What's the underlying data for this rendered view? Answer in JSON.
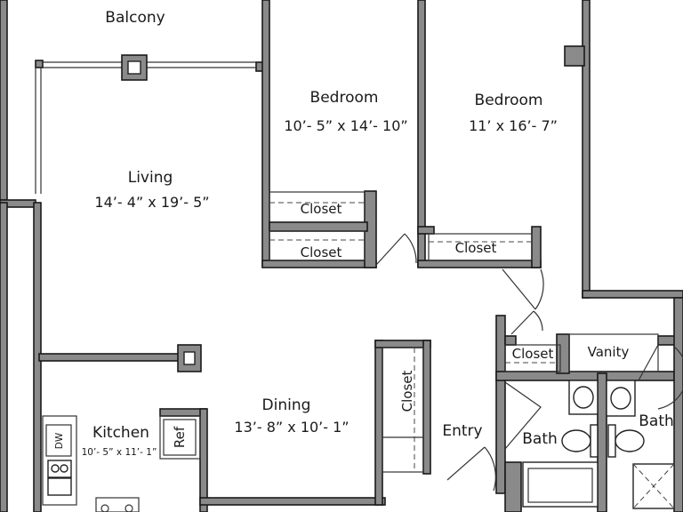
{
  "rooms": {
    "balcony": {
      "name": "Balcony"
    },
    "bedroom1": {
      "name": "Bedroom",
      "size": "10’- 5” x 14’- 10”"
    },
    "bedroom2": {
      "name": "Bedroom",
      "size": "11’ x 16’- 7”"
    },
    "living": {
      "name": "Living",
      "size": "14’- 4” x 19’- 5”"
    },
    "dining": {
      "name": "Dining",
      "size": "13’- 8” x 10’- 1”"
    },
    "kitchen": {
      "name": "Kitchen",
      "size": "10’- 5” x 11’- 1”"
    },
    "entry": {
      "name": "Entry"
    },
    "bath1": {
      "name": "Bath"
    },
    "bath2": {
      "name": "Bath"
    }
  },
  "fixtures": {
    "closet_a": "Closet",
    "closet_b": "Closet",
    "closet_c": "Closet",
    "closet_d": "Closet",
    "closet_e": "Closet",
    "vanity": "Vanity",
    "dishwasher": "DW",
    "refrigerator": "Ref"
  },
  "colors": {
    "wall_fill": "#8a8a8a",
    "wall_stroke": "#1a1a1a",
    "line": "#333333",
    "background": "#ffffff"
  }
}
